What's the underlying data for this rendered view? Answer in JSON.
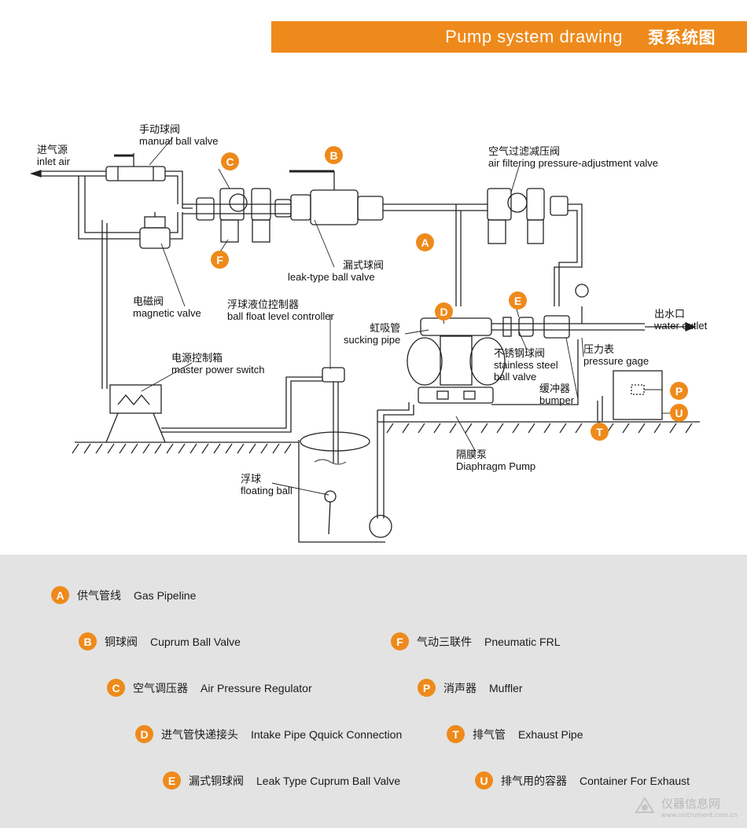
{
  "header": {
    "title_en": "Pump system drawing",
    "title_cn": "泵系统图"
  },
  "labels": {
    "inlet_air_cn": "进气源",
    "inlet_air_en": "inlet air",
    "manual_valve_cn": "手动球阀",
    "manual_valve_en": "manual ball valve",
    "magnetic_valve_cn": "电磁阀",
    "magnetic_valve_en": "magnetic valve",
    "master_switch_cn": "电源控制箱",
    "master_switch_en": "master power switch",
    "leak_valve_cn": "漏式球阀",
    "leak_valve_en": "leak-type ball valve",
    "float_controller_cn": "浮球液位控制器",
    "float_controller_en": "ball float level controller",
    "sucking_pipe_cn": "虹吸管",
    "sucking_pipe_en": "sucking pipe",
    "floating_ball_cn": "浮球",
    "floating_ball_en": "floating ball",
    "filter_valve_cn": "空气过滤减压阀",
    "filter_valve_en": "air filtering pressure-adjustment valve",
    "water_outlet_cn": "出水口",
    "water_outlet_en": "water outlet",
    "steel_valve_cn": "不锈钢球阀",
    "steel_valve_en1": "stainless steel",
    "steel_valve_en2": "ball valve",
    "pressure_gage_cn": "压力表",
    "pressure_gage_en": "pressure gage",
    "bumper_cn": "缓冲器",
    "bumper_en": "bumper",
    "diaphragm_pump_cn": "隔膜泵",
    "diaphragm_pump_en": "Diaphragm Pump"
  },
  "markers": [
    "A",
    "B",
    "C",
    "D",
    "E",
    "F",
    "P",
    "U",
    "T"
  ],
  "legend": [
    {
      "key": "A",
      "cn": "供气管线",
      "en": "Gas Pipeline"
    },
    {
      "key": "B",
      "cn": "铜球阀",
      "en": "Cuprum Ball Valve"
    },
    {
      "key": "F",
      "cn": "气动三联件",
      "en": "Pneumatic FRL"
    },
    {
      "key": "C",
      "cn": "空气调压器",
      "en": "Air Pressure Regulator"
    },
    {
      "key": "P",
      "cn": "消声器",
      "en": "Muffler"
    },
    {
      "key": "D",
      "cn": "进气管快递接头",
      "en": "Intake Pipe Qquick Connection"
    },
    {
      "key": "T",
      "cn": "排气管",
      "en": "Exhaust Pipe"
    },
    {
      "key": "E",
      "cn": "漏式铜球阀",
      "en": "Leak Type Cuprum Ball Valve"
    },
    {
      "key": "U",
      "cn": "排气用的容器",
      "en": "Container For Exhaust"
    }
  ],
  "watermark": {
    "cn": "仪器信息网",
    "en": "www.instrument.com.cn"
  },
  "colors": {
    "accent": "#ee8a1b",
    "legend_bg": "#e3e3e3",
    "line": "#222222"
  }
}
